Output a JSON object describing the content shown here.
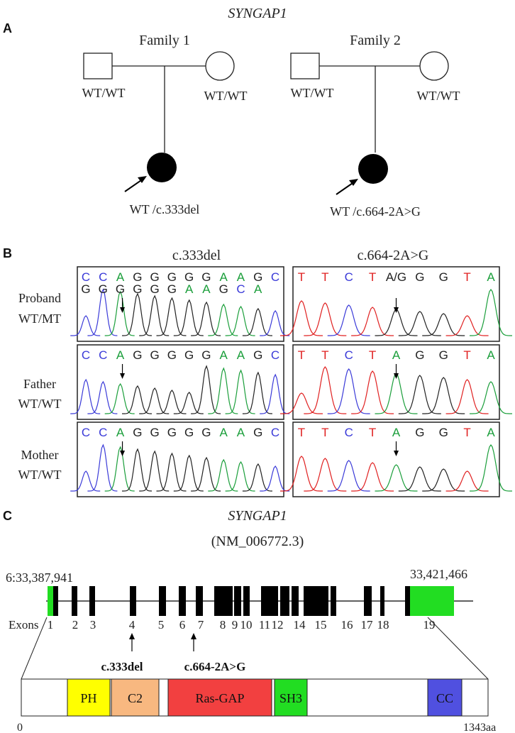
{
  "title": "SYNGAP1",
  "panels": {
    "a": "A",
    "b": "B",
    "c": "C"
  },
  "pedigree": {
    "family1": {
      "label": "Family 1",
      "father": "WT/WT",
      "mother": "WT/WT",
      "proband": "WT /c.333del"
    },
    "family2": {
      "label": "Family 2",
      "father": "WT/WT",
      "mother": "WT/WT",
      "proband": "WT /c.664-2A>G"
    }
  },
  "sequencing": {
    "col1_title": "c.333del",
    "col2_title": "c.664-2A>G",
    "rows": [
      {
        "name": "Proband",
        "genotype": "WT/MT"
      },
      {
        "name": "Father",
        "genotype": "WT/WT"
      },
      {
        "name": "Mother",
        "genotype": "WT/WT"
      }
    ],
    "left_bases": [
      "C",
      "C",
      "A",
      "G",
      "G",
      "G",
      "G",
      "G",
      "A",
      "A",
      "G",
      "C"
    ],
    "left_bases_mt": [
      "G",
      "G",
      "G",
      "G",
      "G",
      "G",
      "A",
      "A",
      "G",
      "C",
      "A"
    ],
    "right_bases": [
      "T",
      "T",
      "C",
      "T",
      "A",
      "G",
      "G",
      "T",
      "A"
    ],
    "right_proband_bases": [
      "T",
      "T",
      "C",
      "T",
      "A/G",
      "G",
      "G",
      "T",
      "A"
    ],
    "base_colors": {
      "A": "#1a9e3a",
      "C": "#3a3ad8",
      "G": "#222222",
      "T": "#e02020"
    }
  },
  "gene": {
    "title": "SYNGAP1",
    "transcript": "(NM_006772.3)",
    "start_coord": "6:33,387,941",
    "end_coord": "33,421,466",
    "exons_label": "Exons",
    "exon_numbers": [
      "1",
      "2",
      "3",
      "4",
      "5",
      "6",
      "7",
      "8",
      "9",
      "10",
      "11",
      "12",
      "14",
      "15",
      "16",
      "17",
      "18",
      "19"
    ],
    "variant1": "c.333del",
    "variant2": "c.664-2A>G",
    "utr_color": "#22dd22",
    "exon_color": "#000000"
  },
  "protein": {
    "start": "0",
    "end": "1343aa",
    "domains": [
      {
        "name": "PH",
        "color": "#ffff00"
      },
      {
        "name": "C2",
        "color": "#f8b880"
      },
      {
        "name": "Ras-GAP",
        "color": "#f24040"
      },
      {
        "name": "SH3",
        "color": "#22dd22"
      },
      {
        "name": "CC",
        "color": "#5050e0"
      }
    ]
  }
}
